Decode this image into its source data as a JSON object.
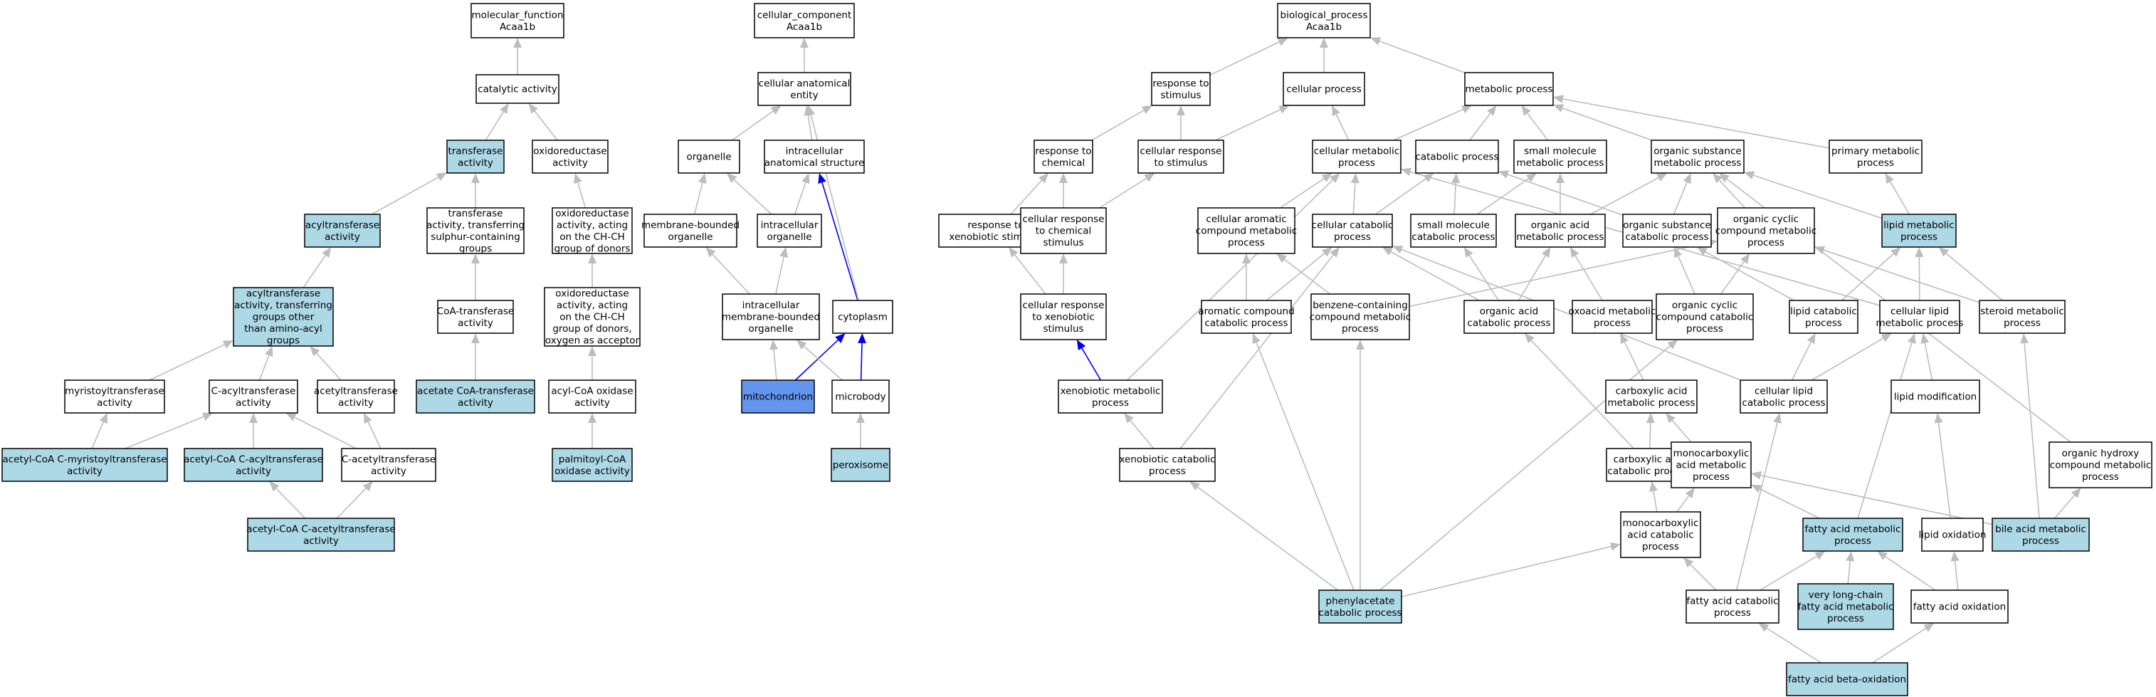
{
  "colors": {
    "highlight": "#add8e6",
    "selected": "#6495ed",
    "plain": "#ffffff",
    "edge": "#bdbdbd",
    "edge_highlight": "#0000ee"
  },
  "nodes": [
    {
      "id": "mf",
      "label": [
        "molecular_function",
        "Acaa1b"
      ],
      "fill": "plain"
    },
    {
      "id": "catalytic",
      "label": [
        "catalytic activity"
      ],
      "fill": "plain"
    },
    {
      "id": "transferase",
      "label": [
        "transferase",
        "activity"
      ],
      "fill": "highlight"
    },
    {
      "id": "oxidoreductase",
      "label": [
        "oxidoreductase",
        "activity"
      ],
      "fill": "plain"
    },
    {
      "id": "acyltransferase",
      "label": [
        "acyltransferase",
        "activity"
      ],
      "fill": "highlight"
    },
    {
      "id": "transf_sulphur",
      "label": [
        "transferase",
        "activity, transferring",
        "sulphur-containing",
        "groups"
      ],
      "fill": "plain"
    },
    {
      "id": "oxido_chch",
      "label": [
        "oxidoreductase",
        "activity, acting",
        "on the CH-CH",
        "group of donors"
      ],
      "fill": "plain"
    },
    {
      "id": "acyltrans_nonamino",
      "label": [
        "acyltransferase",
        "activity, transferring",
        "groups other",
        "than amino-acyl",
        "groups"
      ],
      "fill": "highlight"
    },
    {
      "id": "coa_transferase",
      "label": [
        "CoA-transferase",
        "activity"
      ],
      "fill": "plain"
    },
    {
      "id": "oxido_chch_o2",
      "label": [
        "oxidoreductase",
        "activity, acting",
        "on the CH-CH",
        "group of donors,",
        "oxygen as acceptor"
      ],
      "fill": "plain"
    },
    {
      "id": "myristoyltransferase",
      "label": [
        "myristoyltransferase",
        "activity"
      ],
      "fill": "plain"
    },
    {
      "id": "c_acyltransferase",
      "label": [
        "C-acyltransferase",
        "activity"
      ],
      "fill": "plain"
    },
    {
      "id": "acetyltransferase",
      "label": [
        "acetyltransferase",
        "activity"
      ],
      "fill": "plain"
    },
    {
      "id": "acetate_coa",
      "label": [
        "acetate CoA-transferase",
        "activity"
      ],
      "fill": "highlight"
    },
    {
      "id": "acyl_coa_oxidase",
      "label": [
        "acyl-CoA oxidase",
        "activity"
      ],
      "fill": "plain"
    },
    {
      "id": "acetylcoa_myristoyl",
      "label": [
        "acetyl-CoA C-myristoyltransferase",
        "activity"
      ],
      "fill": "highlight"
    },
    {
      "id": "acetylcoa_acyl",
      "label": [
        "acetyl-CoA C-acyltransferase",
        "activity"
      ],
      "fill": "highlight"
    },
    {
      "id": "c_acetyltransferase",
      "label": [
        "C-acetyltransferase",
        "activity"
      ],
      "fill": "plain"
    },
    {
      "id": "palmitoyl_coa",
      "label": [
        "palmitoyl-CoA",
        "oxidase activity"
      ],
      "fill": "highlight"
    },
    {
      "id": "acetylcoa_acetyl",
      "label": [
        "acetyl-CoA C-acetyltransferase",
        "activity"
      ],
      "fill": "highlight"
    },
    {
      "id": "cc",
      "label": [
        "cellular_component",
        "Acaa1b"
      ],
      "fill": "plain"
    },
    {
      "id": "anat_entity",
      "label": [
        "cellular anatomical",
        "entity"
      ],
      "fill": "plain"
    },
    {
      "id": "organelle",
      "label": [
        "organelle"
      ],
      "fill": "plain"
    },
    {
      "id": "intra_anat",
      "label": [
        "intracellular",
        "anatomical structure"
      ],
      "fill": "plain"
    },
    {
      "id": "membrane_org",
      "label": [
        "membrane-bounded",
        "organelle"
      ],
      "fill": "plain"
    },
    {
      "id": "intra_org",
      "label": [
        "intracellular",
        "organelle"
      ],
      "fill": "plain"
    },
    {
      "id": "intra_membrane_org",
      "label": [
        "intracellular",
        "membrane-bounded",
        "organelle"
      ],
      "fill": "plain"
    },
    {
      "id": "cytoplasm",
      "label": [
        "cytoplasm"
      ],
      "fill": "plain"
    },
    {
      "id": "mitochondrion",
      "label": [
        "mitochondrion"
      ],
      "fill": "selected"
    },
    {
      "id": "microbody",
      "label": [
        "microbody"
      ],
      "fill": "plain"
    },
    {
      "id": "peroxisome",
      "label": [
        "peroxisome"
      ],
      "fill": "highlight"
    },
    {
      "id": "bp",
      "label": [
        "biological_process",
        "Acaa1b"
      ],
      "fill": "plain"
    },
    {
      "id": "resp_stim",
      "label": [
        "response to",
        "stimulus"
      ],
      "fill": "plain"
    },
    {
      "id": "cellular_process",
      "label": [
        "cellular process"
      ],
      "fill": "plain"
    },
    {
      "id": "metabolic",
      "label": [
        "metabolic process"
      ],
      "fill": "plain"
    },
    {
      "id": "resp_chem",
      "label": [
        "response to",
        "chemical"
      ],
      "fill": "plain"
    },
    {
      "id": "cell_resp_stim",
      "label": [
        "cellular response",
        "to stimulus"
      ],
      "fill": "plain"
    },
    {
      "id": "cell_metabolic",
      "label": [
        "cellular metabolic",
        "process"
      ],
      "fill": "plain"
    },
    {
      "id": "catabolic",
      "label": [
        "catabolic process"
      ],
      "fill": "plain"
    },
    {
      "id": "small_mol_met",
      "label": [
        "small molecule",
        "metabolic process"
      ],
      "fill": "plain"
    },
    {
      "id": "org_subst_met",
      "label": [
        "organic substance",
        "metabolic process"
      ],
      "fill": "plain"
    },
    {
      "id": "primary_met",
      "label": [
        "primary metabolic",
        "process"
      ],
      "fill": "plain"
    },
    {
      "id": "resp_xeno",
      "label": [
        "response to",
        "xenobiotic stimulus"
      ],
      "fill": "plain"
    },
    {
      "id": "cell_resp_chem",
      "label": [
        "cellular response",
        "to chemical",
        "stimulus"
      ],
      "fill": "plain"
    },
    {
      "id": "cell_arom_met",
      "label": [
        "cellular aromatic",
        "compound metabolic",
        "process"
      ],
      "fill": "plain"
    },
    {
      "id": "cell_catabolic",
      "label": [
        "cellular catabolic",
        "process"
      ],
      "fill": "plain"
    },
    {
      "id": "small_mol_cat",
      "label": [
        "small molecule",
        "catabolic process"
      ],
      "fill": "plain"
    },
    {
      "id": "org_acid_met",
      "label": [
        "organic acid",
        "metabolic process"
      ],
      "fill": "plain"
    },
    {
      "id": "org_subst_cat",
      "label": [
        "organic substance",
        "catabolic process"
      ],
      "fill": "plain"
    },
    {
      "id": "org_cyclic_met",
      "label": [
        "organic cyclic",
        "compound metabolic",
        "process"
      ],
      "fill": "plain"
    },
    {
      "id": "lipid_met",
      "label": [
        "lipid metabolic",
        "process"
      ],
      "fill": "highlight"
    },
    {
      "id": "cell_resp_xeno",
      "label": [
        "cellular response",
        "to xenobiotic",
        "stimulus"
      ],
      "fill": "plain"
    },
    {
      "id": "arom_cat",
      "label": [
        "aromatic compound",
        "catabolic process"
      ],
      "fill": "plain"
    },
    {
      "id": "benzene_met",
      "label": [
        "benzene-containing",
        "compound metabolic",
        "process"
      ],
      "fill": "plain"
    },
    {
      "id": "org_acid_cat",
      "label": [
        "organic acid",
        "catabolic process"
      ],
      "fill": "plain"
    },
    {
      "id": "oxoacid_met",
      "label": [
        "oxoacid metabolic",
        "process"
      ],
      "fill": "plain"
    },
    {
      "id": "org_cyclic_cat",
      "label": [
        "organic cyclic",
        "compound catabolic",
        "process"
      ],
      "fill": "plain"
    },
    {
      "id": "lipid_cat",
      "label": [
        "lipid catabolic",
        "process"
      ],
      "fill": "plain"
    },
    {
      "id": "cell_lipid_met",
      "label": [
        "cellular lipid",
        "metabolic process"
      ],
      "fill": "plain"
    },
    {
      "id": "steroid_met",
      "label": [
        "steroid metabolic",
        "process"
      ],
      "fill": "plain"
    },
    {
      "id": "xeno_met",
      "label": [
        "xenobiotic metabolic",
        "process"
      ],
      "fill": "plain"
    },
    {
      "id": "carbox_met",
      "label": [
        "carboxylic acid",
        "metabolic process"
      ],
      "fill": "plain"
    },
    {
      "id": "cell_lipid_cat",
      "label": [
        "cellular lipid",
        "catabolic process"
      ],
      "fill": "plain"
    },
    {
      "id": "lipid_mod",
      "label": [
        "lipid modification"
      ],
      "fill": "plain"
    },
    {
      "id": "xeno_cat",
      "label": [
        "xenobiotic catabolic",
        "process"
      ],
      "fill": "plain"
    },
    {
      "id": "carbox_cat",
      "label": [
        "carboxylic acid",
        "catabolic process"
      ],
      "fill": "plain"
    },
    {
      "id": "monocarb_met",
      "label": [
        "monocarboxylic",
        "acid metabolic",
        "process"
      ],
      "fill": "plain"
    },
    {
      "id": "org_hydroxy_met",
      "label": [
        "organic hydroxy",
        "compound metabolic",
        "process"
      ],
      "fill": "plain"
    },
    {
      "id": "monocarb_cat",
      "label": [
        "monocarboxylic",
        "acid catabolic",
        "process"
      ],
      "fill": "plain"
    },
    {
      "id": "fa_met",
      "label": [
        "fatty acid metabolic",
        "process"
      ],
      "fill": "highlight"
    },
    {
      "id": "lipid_ox",
      "label": [
        "lipid oxidation"
      ],
      "fill": "plain"
    },
    {
      "id": "bile_met",
      "label": [
        "bile acid metabolic",
        "process"
      ],
      "fill": "highlight"
    },
    {
      "id": "phenylacetate_cat",
      "label": [
        "phenylacetate",
        "catabolic process"
      ],
      "fill": "highlight"
    },
    {
      "id": "fa_cat",
      "label": [
        "fatty acid catabolic",
        "process"
      ],
      "fill": "plain"
    },
    {
      "id": "vlcfa_met",
      "label": [
        "very long-chain",
        "fatty acid metabolic",
        "process"
      ],
      "fill": "highlight"
    },
    {
      "id": "fa_ox",
      "label": [
        "fatty acid oxidation"
      ],
      "fill": "plain"
    },
    {
      "id": "fa_beta_ox",
      "label": [
        "fatty acid beta-oxidation"
      ],
      "fill": "highlight"
    }
  ],
  "edges": [
    [
      "catalytic",
      "mf"
    ],
    [
      "transferase",
      "catalytic"
    ],
    [
      "oxidoreductase",
      "catalytic"
    ],
    [
      "acyltransferase",
      "transferase"
    ],
    [
      "transf_sulphur",
      "transferase"
    ],
    [
      "oxido_chch",
      "oxidoreductase"
    ],
    [
      "acyltrans_nonamino",
      "acyltransferase"
    ],
    [
      "coa_transferase",
      "transf_sulphur"
    ],
    [
      "oxido_chch_o2",
      "oxido_chch"
    ],
    [
      "myristoyltransferase",
      "acyltrans_nonamino"
    ],
    [
      "c_acyltransferase",
      "acyltrans_nonamino"
    ],
    [
      "acetyltransferase",
      "acyltrans_nonamino"
    ],
    [
      "acetate_coa",
      "coa_transferase"
    ],
    [
      "acyl_coa_oxidase",
      "oxido_chch_o2"
    ],
    [
      "acetylcoa_myristoyl",
      "myristoyltransferase"
    ],
    [
      "acetylcoa_myristoyl",
      "c_acyltransferase"
    ],
    [
      "acetylcoa_acyl",
      "c_acyltransferase"
    ],
    [
      "c_acetyltransferase",
      "c_acyltransferase"
    ],
    [
      "c_acetyltransferase",
      "acetyltransferase"
    ],
    [
      "palmitoyl_coa",
      "acyl_coa_oxidase"
    ],
    [
      "acetylcoa_acetyl",
      "acetylcoa_acyl"
    ],
    [
      "acetylcoa_acetyl",
      "c_acetyltransferase"
    ],
    [
      "anat_entity",
      "cc"
    ],
    [
      "organelle",
      "anat_entity"
    ],
    [
      "intra_anat",
      "anat_entity"
    ],
    [
      "membrane_org",
      "organelle"
    ],
    [
      "intra_org",
      "organelle"
    ],
    [
      "intra_org",
      "intra_anat"
    ],
    [
      "intra_membrane_org",
      "membrane_org"
    ],
    [
      "intra_membrane_org",
      "intra_org"
    ],
    [
      "cytoplasm",
      "intra_anat",
      "hl"
    ],
    [
      "cytoplasm",
      "anat_entity"
    ],
    [
      "mitochondrion",
      "intra_membrane_org"
    ],
    [
      "mitochondrion",
      "cytoplasm",
      "hl"
    ],
    [
      "microbody",
      "intra_membrane_org"
    ],
    [
      "microbody",
      "cytoplasm",
      "hl"
    ],
    [
      "peroxisome",
      "microbody"
    ],
    [
      "resp_stim",
      "bp"
    ],
    [
      "cellular_process",
      "bp"
    ],
    [
      "metabolic",
      "bp"
    ],
    [
      "resp_chem",
      "resp_stim"
    ],
    [
      "cell_resp_stim",
      "resp_stim"
    ],
    [
      "cell_resp_stim",
      "cellular_process"
    ],
    [
      "cell_metabolic",
      "cellular_process"
    ],
    [
      "cell_metabolic",
      "metabolic"
    ],
    [
      "catabolic",
      "metabolic"
    ],
    [
      "small_mol_met",
      "metabolic"
    ],
    [
      "org_subst_met",
      "metabolic"
    ],
    [
      "primary_met",
      "metabolic"
    ],
    [
      "resp_xeno",
      "resp_chem"
    ],
    [
      "cell_resp_chem",
      "resp_chem"
    ],
    [
      "cell_resp_chem",
      "cell_resp_stim"
    ],
    [
      "cell_arom_met",
      "cell_metabolic"
    ],
    [
      "cell_catabolic",
      "cell_metabolic"
    ],
    [
      "cell_catabolic",
      "catabolic"
    ],
    [
      "small_mol_cat",
      "catabolic"
    ],
    [
      "small_mol_cat",
      "small_mol_met"
    ],
    [
      "org_acid_met",
      "small_mol_met"
    ],
    [
      "org_acid_met",
      "org_subst_met"
    ],
    [
      "org_subst_cat",
      "catabolic"
    ],
    [
      "org_subst_cat",
      "org_subst_met"
    ],
    [
      "org_cyclic_met",
      "org_subst_met"
    ],
    [
      "lipid_met",
      "org_subst_met"
    ],
    [
      "lipid_met",
      "primary_met"
    ],
    [
      "cell_resp_xeno",
      "resp_xeno"
    ],
    [
      "cell_resp_xeno",
      "cell_resp_chem"
    ],
    [
      "arom_cat",
      "cell_arom_met"
    ],
    [
      "arom_cat",
      "cell_catabolic"
    ],
    [
      "benzene_met",
      "cell_arom_met"
    ],
    [
      "benzene_met",
      "org_cyclic_met"
    ],
    [
      "org_acid_cat",
      "cell_catabolic"
    ],
    [
      "org_acid_cat",
      "small_mol_cat"
    ],
    [
      "org_acid_cat",
      "org_acid_met"
    ],
    [
      "oxoacid_met",
      "org_acid_met"
    ],
    [
      "org_cyclic_cat",
      "org_subst_cat"
    ],
    [
      "org_cyclic_cat",
      "org_cyclic_met"
    ],
    [
      "lipid_cat",
      "lipid_met"
    ],
    [
      "lipid_cat",
      "org_subst_cat"
    ],
    [
      "cell_lipid_met",
      "lipid_met"
    ],
    [
      "cell_lipid_met",
      "cell_metabolic"
    ],
    [
      "steroid_met",
      "lipid_met"
    ],
    [
      "steroid_met",
      "org_cyclic_met"
    ],
    [
      "xeno_met",
      "cell_metabolic"
    ],
    [
      "xeno_met",
      "cell_resp_xeno",
      "hl"
    ],
    [
      "carbox_met",
      "oxoacid_met"
    ],
    [
      "cell_lipid_cat",
      "cell_catabolic"
    ],
    [
      "cell_lipid_cat",
      "lipid_cat"
    ],
    [
      "cell_lipid_cat",
      "cell_lipid_met"
    ],
    [
      "lipid_mod",
      "cell_lipid_met"
    ],
    [
      "xeno_cat",
      "xeno_met"
    ],
    [
      "xeno_cat",
      "cell_catabolic"
    ],
    [
      "carbox_cat",
      "carbox_met"
    ],
    [
      "carbox_cat",
      "org_acid_cat"
    ],
    [
      "monocarb_met",
      "carbox_met"
    ],
    [
      "org_hydroxy_met",
      "org_subst_met"
    ],
    [
      "monocarb_cat",
      "carbox_cat"
    ],
    [
      "monocarb_cat",
      "monocarb_met"
    ],
    [
      "fa_met",
      "monocarb_met"
    ],
    [
      "fa_met",
      "cell_lipid_met"
    ],
    [
      "lipid_ox",
      "lipid_mod"
    ],
    [
      "bile_met",
      "steroid_met"
    ],
    [
      "bile_met",
      "org_hydroxy_met"
    ],
    [
      "bile_met",
      "monocarb_met"
    ],
    [
      "phenylacetate_cat",
      "xeno_cat"
    ],
    [
      "phenylacetate_cat",
      "arom_cat"
    ],
    [
      "phenylacetate_cat",
      "benzene_met"
    ],
    [
      "phenylacetate_cat",
      "org_cyclic_cat"
    ],
    [
      "phenylacetate_cat",
      "monocarb_cat"
    ],
    [
      "fa_cat",
      "monocarb_cat"
    ],
    [
      "fa_cat",
      "fa_met"
    ],
    [
      "fa_cat",
      "cell_lipid_cat"
    ],
    [
      "vlcfa_met",
      "fa_met"
    ],
    [
      "fa_ox",
      "fa_met"
    ],
    [
      "fa_ox",
      "lipid_ox"
    ],
    [
      "fa_beta_ox",
      "fa_cat"
    ],
    [
      "fa_beta_ox",
      "fa_ox"
    ]
  ]
}
